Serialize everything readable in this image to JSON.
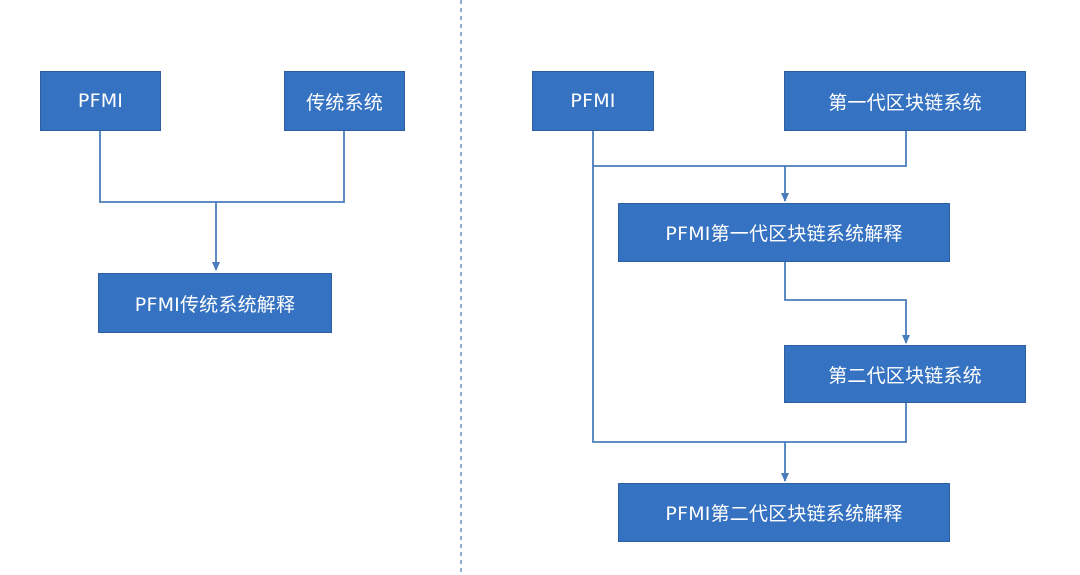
{
  "colors": {
    "node_fill": "#3572C1",
    "node_border": "#2D5F9E",
    "connector": "#4A7EBB",
    "divider": "#6D8FC4",
    "text": "#FFFFFF"
  },
  "left_diagram": {
    "input_pfmi": "PFMI",
    "input_traditional": "传统系统",
    "output": "PFMI传统系统解释"
  },
  "right_diagram": {
    "input_pfmi": "PFMI",
    "input_gen1": "第一代区块链系统",
    "output_gen1": "PFMI第一代区块链系统解释",
    "input_gen2": "第二代区块链系统",
    "output_gen2": "PFMI第二代区块链系统解释"
  }
}
